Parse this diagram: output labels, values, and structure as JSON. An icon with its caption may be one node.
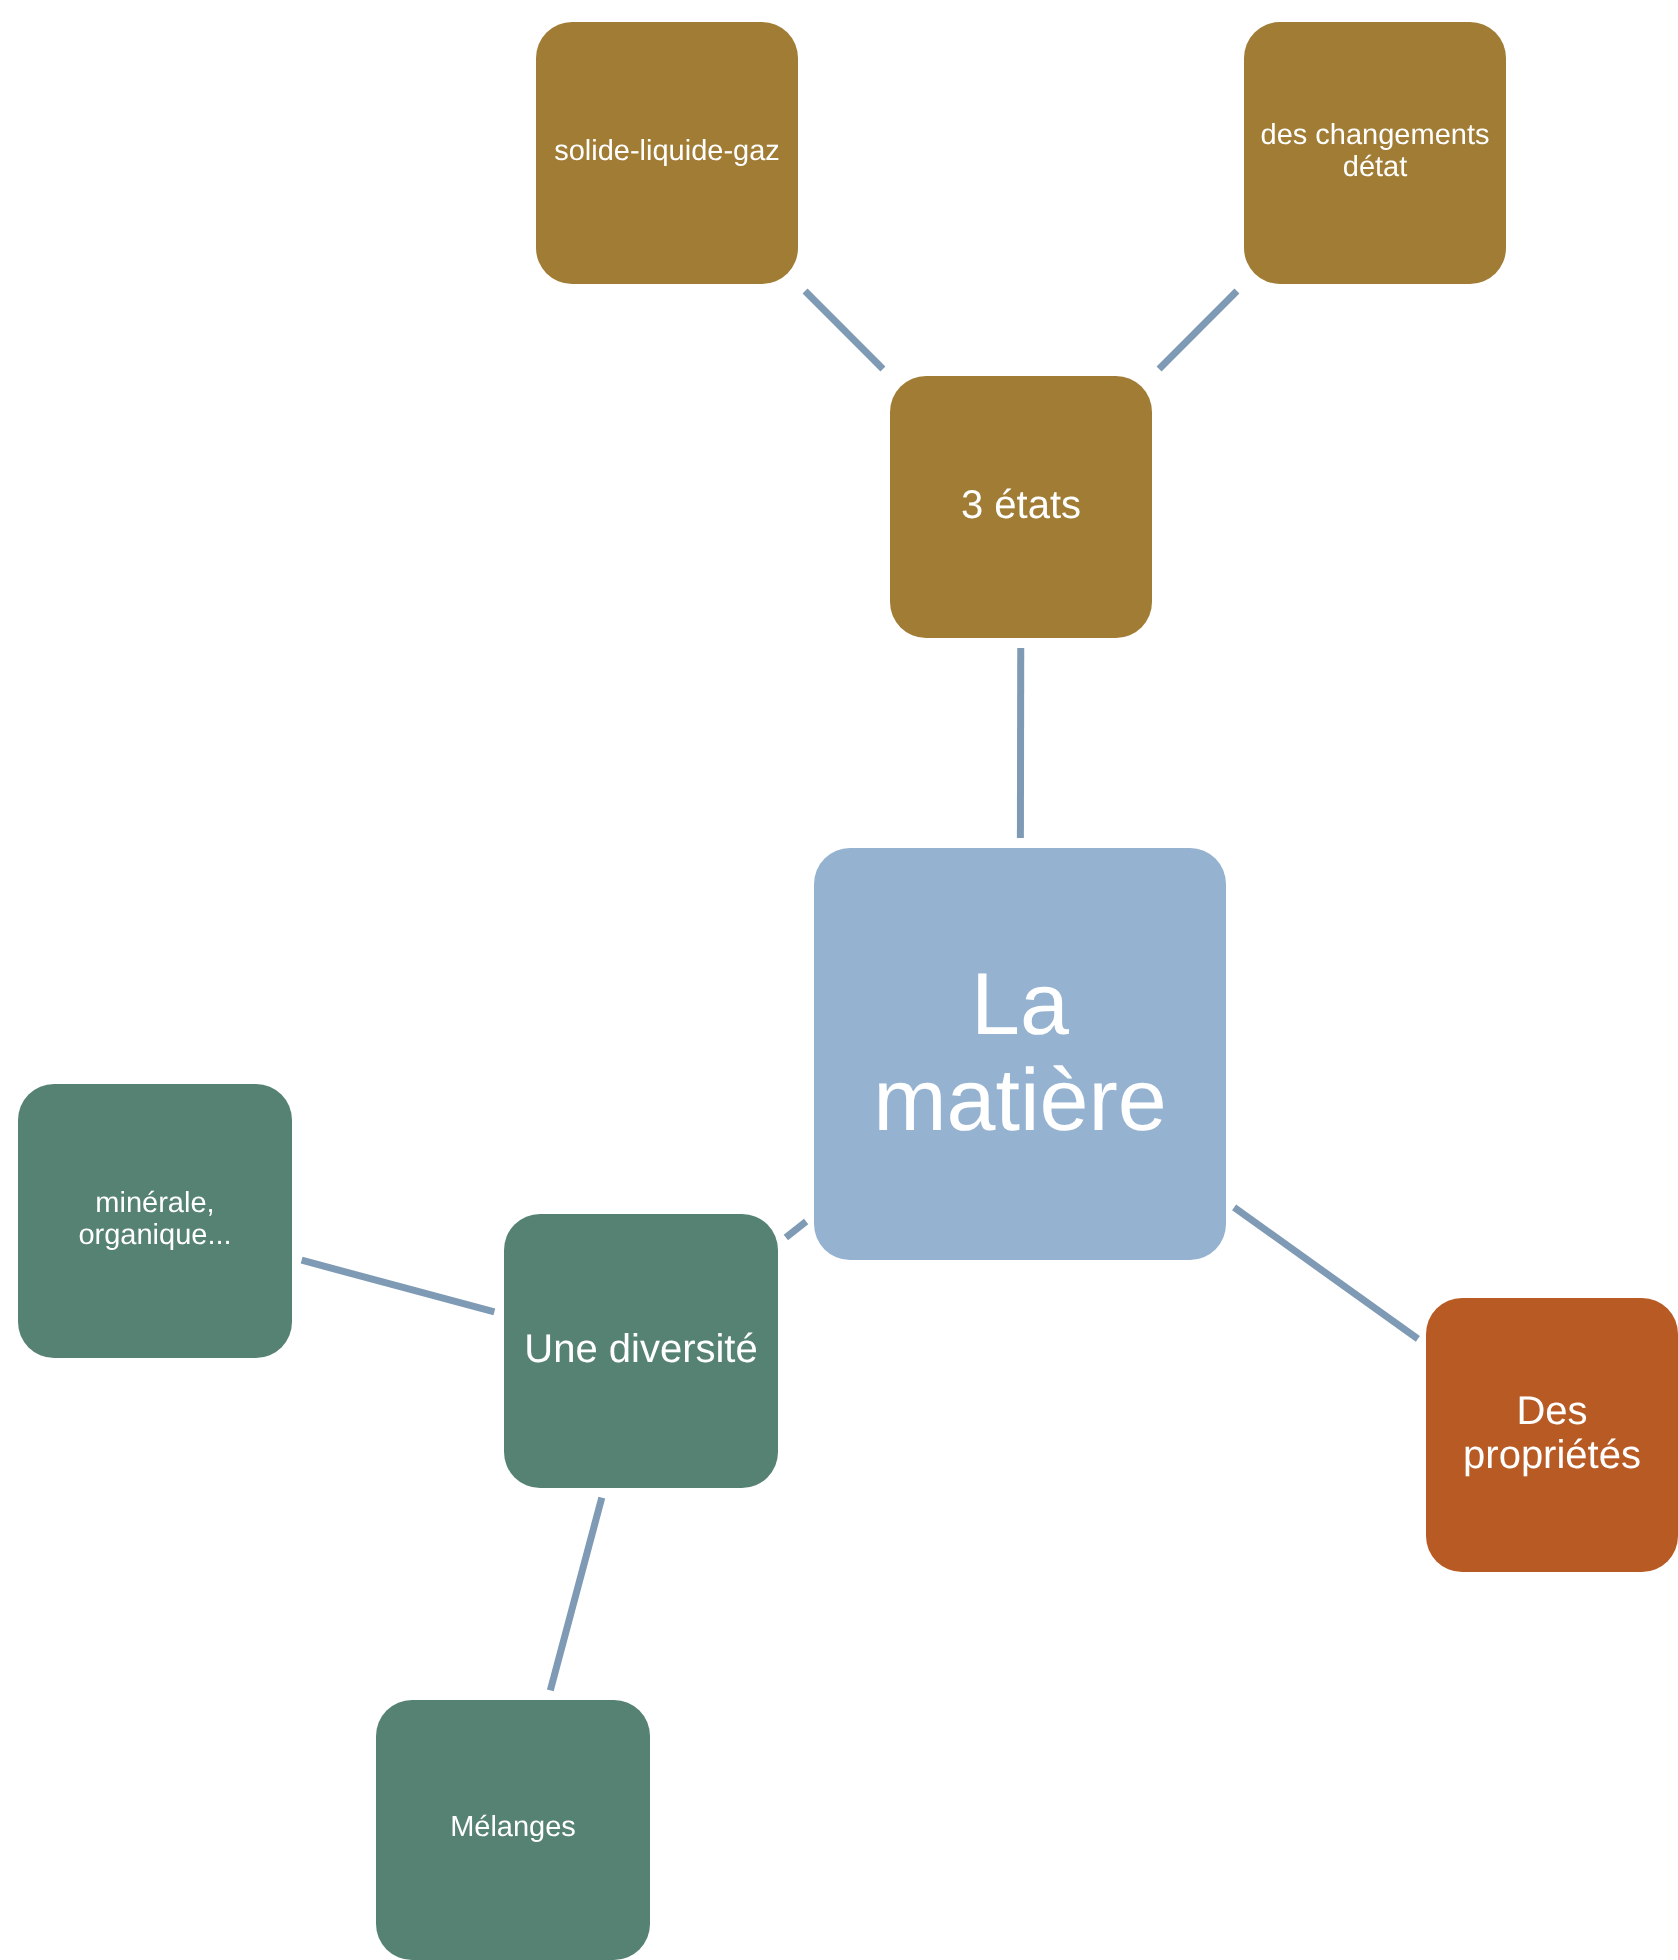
{
  "diagram": {
    "nodes": [
      {
        "text": [
          "La matière"
        ]
      },
      {
        "text": [
          "3 états"
        ]
      },
      {
        "text": [
          "solide-liquide-gaz"
        ]
      },
      {
        "text": [
          "des changements détat"
        ]
      },
      {
        "text": [
          "Des propriétés"
        ]
      },
      {
        "text": [
          "Une diversité"
        ]
      },
      {
        "text": [
          "minérale, organique..."
        ]
      },
      {
        "text": [
          "Mélanges"
        ]
      }
    ],
    "edges": [
      {
        "from": 0,
        "to": 1,
        "arrow": "none"
      },
      {
        "from": 1,
        "to": 2,
        "arrow": "none"
      },
      {
        "from": 1,
        "to": 3,
        "arrow": "none"
      },
      {
        "from": 0,
        "to": 4,
        "arrow": "none"
      },
      {
        "from": 0,
        "to": 5,
        "arrow": "none"
      },
      {
        "from": 5,
        "to": 6,
        "arrow": "none"
      },
      {
        "from": 5,
        "to": 7,
        "arrow": "none"
      }
    ]
  }
}
